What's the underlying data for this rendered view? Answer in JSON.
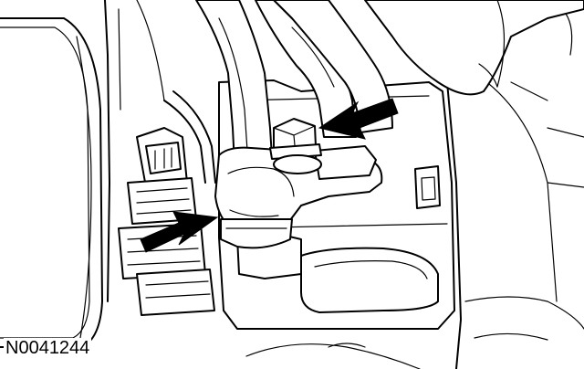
{
  "figure": {
    "id_label": "N0041244",
    "colors": {
      "line": "#000000",
      "background": "#ffffff"
    },
    "callouts": [
      {
        "icon": "arrow-icon",
        "target": "bolt"
      },
      {
        "icon": "arrow-icon",
        "target": "hose-fitting"
      }
    ]
  }
}
